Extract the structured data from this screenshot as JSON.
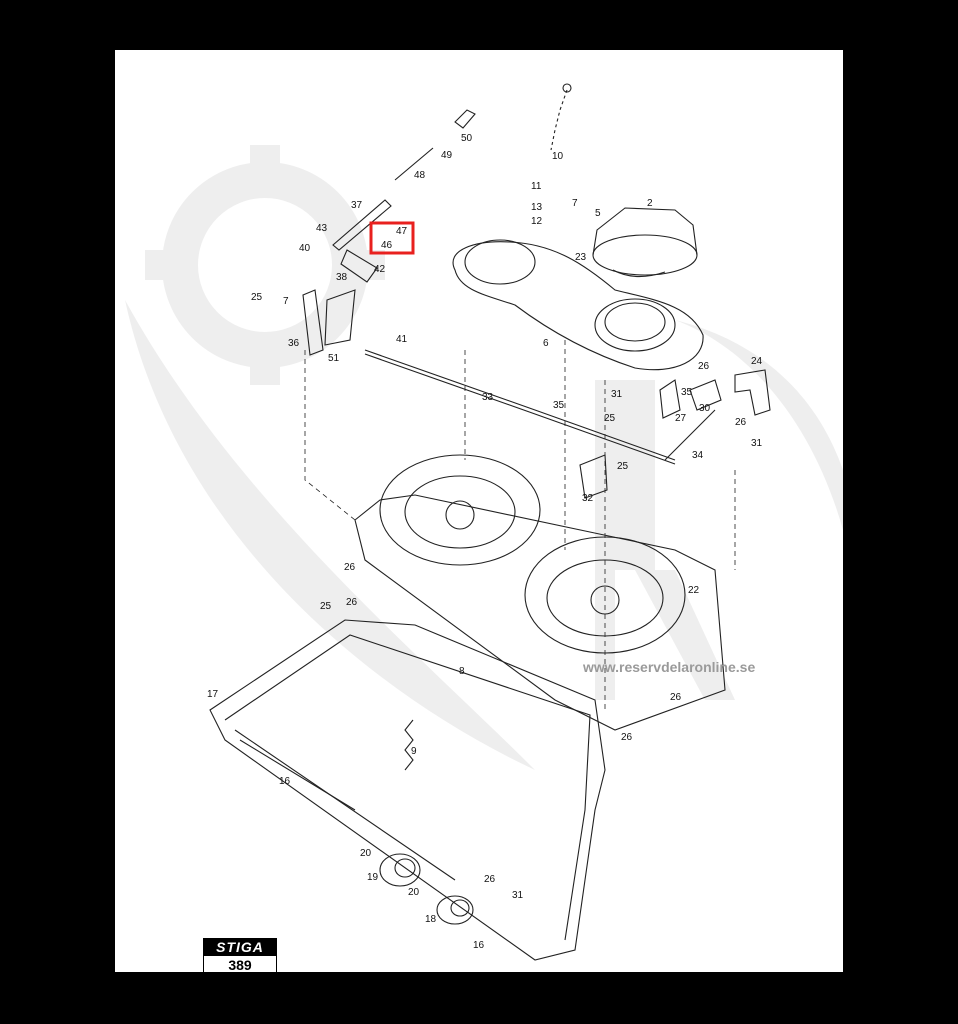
{
  "watermark": {
    "url": "www.reservdelaronline.se"
  },
  "callouts": {
    "c2": "2",
    "c5": "5",
    "c50": "50",
    "c49": "49",
    "c48": "48",
    "c37": "37",
    "c43": "43",
    "c40": "40",
    "c47": "47",
    "c46": "46",
    "c38": "38",
    "c42": "42",
    "c25a": "25",
    "c7a": "7",
    "c36": "36",
    "c51": "51",
    "c41": "41",
    "c10": "10",
    "c11": "11",
    "c13": "13",
    "c12": "12",
    "c7b": "7",
    "c23": "23",
    "c6": "6",
    "c33": "33",
    "c24": "24",
    "c26a": "26",
    "c31a": "31",
    "c35a": "35",
    "c27": "27",
    "c30": "30",
    "c26b": "26",
    "c31b": "31",
    "c25b": "25",
    "c35b": "35",
    "c34": "34",
    "c25c": "25",
    "c32": "32",
    "c26c": "26",
    "c22": "22",
    "c25d": "25",
    "c26d": "26",
    "c8": "8",
    "c26e": "26",
    "c26f": "26",
    "c17": "17",
    "c9": "9",
    "c16a": "16",
    "c20a": "20",
    "c19": "19",
    "c20b": "20",
    "c18": "18",
    "c26g": "26",
    "c31c": "31",
    "c16b": "16"
  },
  "highlight": {
    "color": "#e8201e"
  },
  "logo": {
    "brand": "STIGA",
    "page_number": "389"
  }
}
